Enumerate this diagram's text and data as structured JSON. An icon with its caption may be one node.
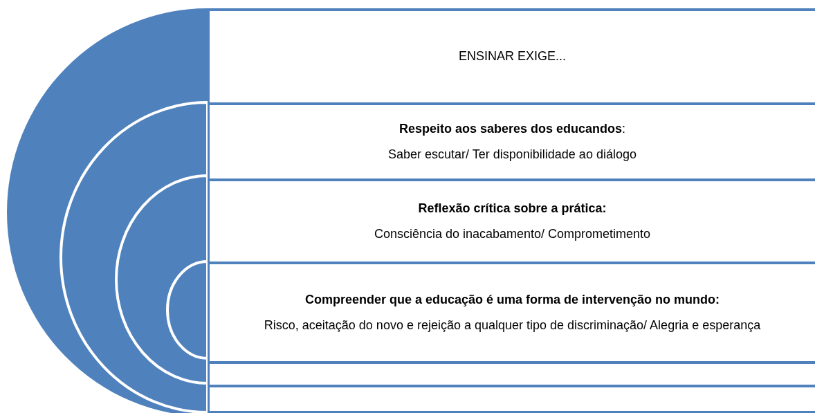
{
  "diagram": {
    "nodes": [
      {
        "text": [
          "ENSINAR EXIGE..."
        ]
      },
      {
        "text": [
          "**Respeito aos saberes dos educandos**:",
          "Saber escutar/ Ter disponibilidade ao diálogo"
        ]
      },
      {
        "text": [
          "Reflexão crítica sobre a prática:",
          "Consciência do inacabamento/ Comprometimento"
        ]
      },
      {
        "text": [
          "Compreender que a educação é uma forma de intervenção no mundo:",
          "Risco, aceitação do novo e rejeição a qualquer tipo de discriminação/ Alegria e esperança"
        ]
      },
      {
        "text": [],
        "shape": "box"
      },
      {
        "text": [],
        "shape": "box"
      }
    ]
  }
}
